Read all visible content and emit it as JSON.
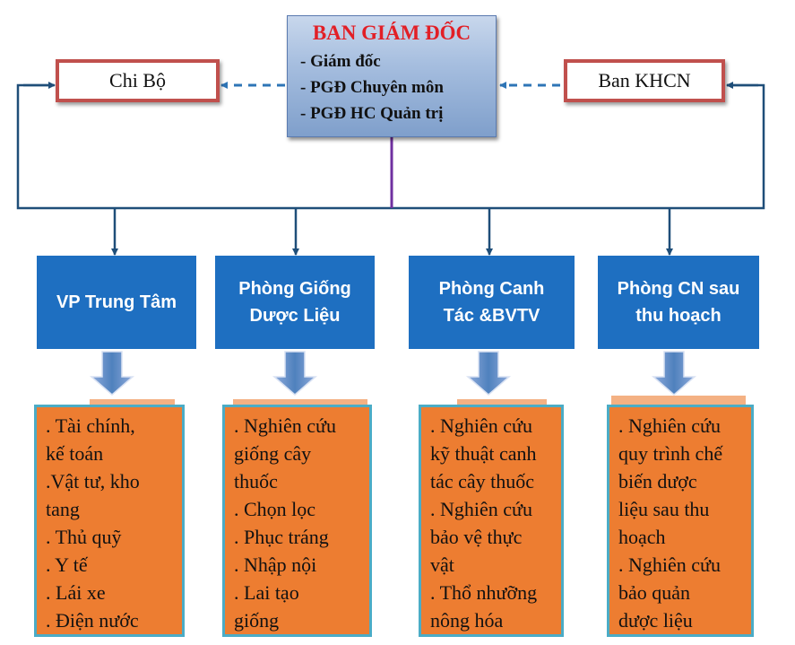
{
  "board": {
    "title": "BAN GIÁM ĐỐC",
    "members": [
      "- Giám đốc",
      "- PGĐ Chuyên môn",
      "- PGĐ HC Quản trị"
    ]
  },
  "side_units": {
    "left": "Chi Bộ",
    "right": "Ban KHCN"
  },
  "departments": [
    {
      "name_lines": [
        "VP Trung Tâm"
      ],
      "tasks": [
        ". Tài chính,",
        "kế toán",
        ".Vật tư, kho",
        "tang",
        ". Thủ quỹ",
        ". Y tế",
        ". Lái xe",
        ". Điện nước"
      ]
    },
    {
      "name_lines": [
        "Phòng Giống",
        "Dược Liệu"
      ],
      "tasks": [
        ". Nghiên cứu",
        "giống cây",
        "thuốc",
        ". Chọn lọc",
        ". Phục tráng",
        ". Nhập nội",
        ". Lai tạo",
        "giống"
      ]
    },
    {
      "name_lines": [
        "Phòng Canh",
        "Tác &BVTV"
      ],
      "tasks": [
        ". Nghiên cứu",
        "kỹ thuật canh",
        "tác cây thuốc",
        ". Nghiên cứu",
        "bảo vệ thực",
        "vật",
        ". Thổ nhưỡng",
        "nông hóa"
      ]
    },
    {
      "name_lines": [
        "Phòng CN sau",
        "thu hoạch"
      ],
      "tasks": [
        ". Nghiên cứu",
        "quy trình chế",
        "biến dược",
        "liệu sau thu",
        "hoạch",
        ". Nghiên cứu",
        "bảo quản",
        "dược liệu"
      ]
    }
  ],
  "colors": {
    "board_title": "#e21f26",
    "board_fill": "#a6bedf",
    "side_border": "#c0504d",
    "department_fill": "#1e6fc1",
    "task_fill": "#ed7d31",
    "task_border": "#4bacc6",
    "connector": "#1f4e79",
    "dashed_connector": "#2e75b6",
    "board_stem": "#7030a0",
    "down_arrow": "#4f81bd"
  }
}
